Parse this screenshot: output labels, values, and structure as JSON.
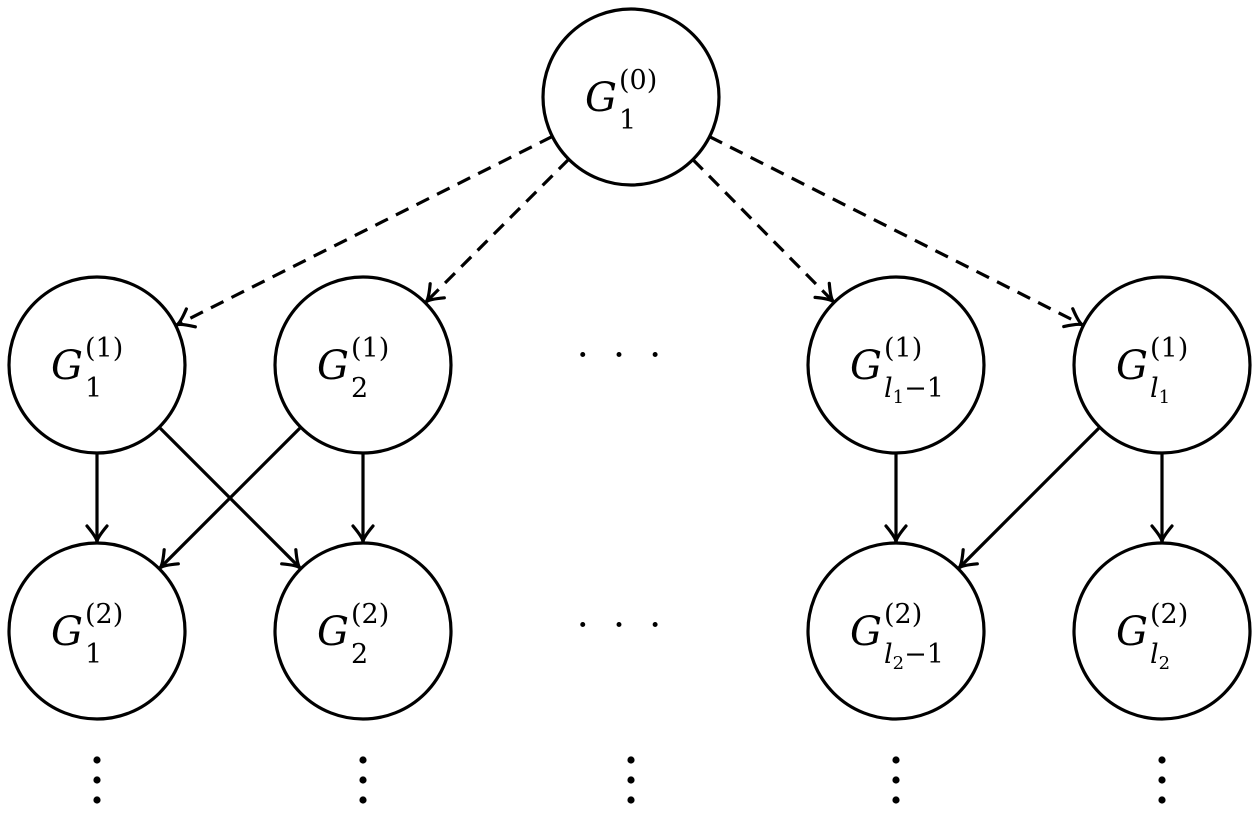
{
  "diagram": {
    "nodes": [
      {
        "id": "g-0-1",
        "base": "G",
        "sup": "(0)",
        "sub": "1"
      },
      {
        "id": "g-1-1",
        "base": "G",
        "sup": "(1)",
        "sub": "1"
      },
      {
        "id": "g-1-2",
        "base": "G",
        "sup": "(1)",
        "sub": "2"
      },
      {
        "id": "g-1-l1m1",
        "base": "G",
        "sup": "(1)",
        "sub_var": "l",
        "sub_var_index": "1",
        "sub_suffix": "−1"
      },
      {
        "id": "g-1-l1",
        "base": "G",
        "sup": "(1)",
        "sub_var": "l",
        "sub_var_index": "1",
        "sub_suffix": ""
      },
      {
        "id": "g-2-1",
        "base": "G",
        "sup": "(2)",
        "sub": "1"
      },
      {
        "id": "g-2-2",
        "base": "G",
        "sup": "(2)",
        "sub": "2"
      },
      {
        "id": "g-2-l2m1",
        "base": "G",
        "sup": "(2)",
        "sub_var": "l",
        "sub_var_index": "2",
        "sub_suffix": "−1"
      },
      {
        "id": "g-2-l2",
        "base": "G",
        "sup": "(2)",
        "sub_var": "l",
        "sub_var_index": "2",
        "sub_suffix": ""
      }
    ],
    "edges": [
      {
        "from": "g-0-1",
        "to": "g-1-1",
        "style": "dashed"
      },
      {
        "from": "g-0-1",
        "to": "g-1-2",
        "style": "dashed"
      },
      {
        "from": "g-0-1",
        "to": "g-1-l1m1",
        "style": "dashed"
      },
      {
        "from": "g-0-1",
        "to": "g-1-l1",
        "style": "dashed"
      },
      {
        "from": "g-1-1",
        "to": "g-2-1",
        "style": "solid"
      },
      {
        "from": "g-1-1",
        "to": "g-2-2",
        "style": "solid"
      },
      {
        "from": "g-1-2",
        "to": "g-2-1",
        "style": "solid"
      },
      {
        "from": "g-1-2",
        "to": "g-2-2",
        "style": "solid"
      },
      {
        "from": "g-1-l1m1",
        "to": "g-2-l2m1",
        "style": "solid"
      },
      {
        "from": "g-1-l1",
        "to": "g-2-l2m1",
        "style": "solid"
      },
      {
        "from": "g-1-l1",
        "to": "g-2-l2",
        "style": "solid"
      }
    ],
    "ellipsis": {
      "horizontal": "· · ·",
      "vertical_marker": "⋮"
    }
  }
}
